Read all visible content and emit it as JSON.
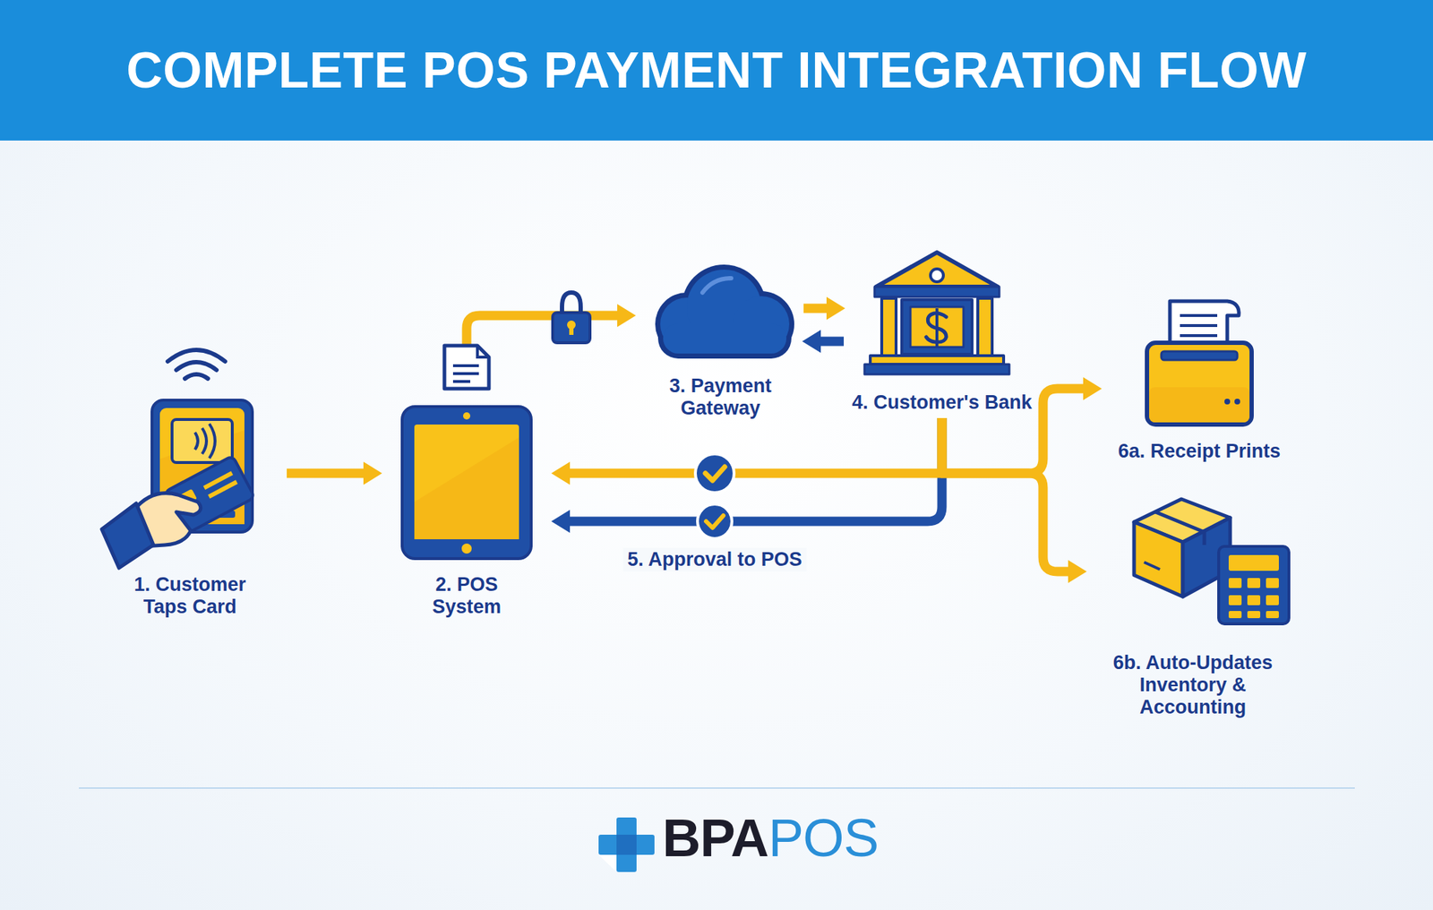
{
  "diagram": {
    "title": "COMPLETE POS PAYMENT INTEGRATION FLOW",
    "nodes": [
      {
        "text": [
          "1. Customer Taps Card"
        ]
      },
      {
        "text": [
          "2. POS System"
        ]
      },
      {
        "text": [
          "3. Payment Gateway"
        ]
      },
      {
        "text": [
          "4. Customer's Bank"
        ]
      },
      {
        "text": [
          "6a. Receipt Prints"
        ]
      },
      {
        "text": [
          "6b. Auto-Updates Inventory & Accounting"
        ]
      }
    ],
    "edges": [
      {
        "from": 0,
        "to": 1,
        "arrow": "to"
      },
      {
        "from": 1,
        "to": 2,
        "arrow": "to"
      },
      {
        "from": 2,
        "to": 3,
        "arrow": "to"
      },
      {
        "from": 3,
        "to": 2,
        "arrow": "to"
      },
      {
        "from": 3,
        "to": 1,
        "label": "5. Approval to POS",
        "arrow": "to"
      },
      {
        "from": 3,
        "to": 4,
        "arrow": "to"
      },
      {
        "from": 3,
        "to": 5,
        "arrow": "to"
      }
    ],
    "labels": [
      "BPA",
      "POS"
    ]
  }
}
